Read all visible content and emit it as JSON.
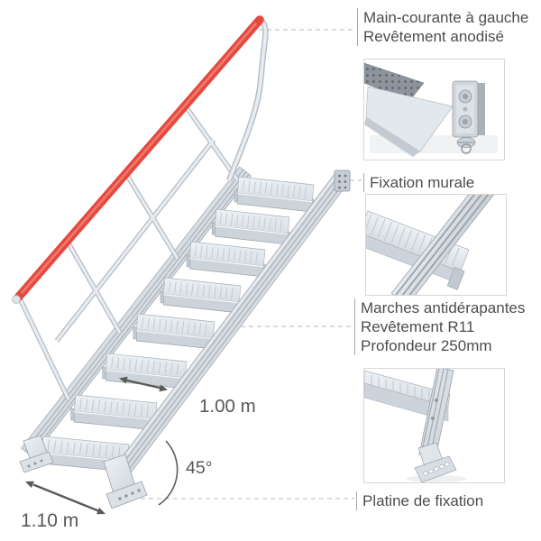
{
  "illustration": {
    "subject": "escalier-aluminium-main-courante",
    "handrail_color": "#e8493e",
    "metal_color": "#d9dee4",
    "text_color": "#4d4d4d",
    "leader_color": "#c6c6c6"
  },
  "dimensions": {
    "step_width": "1.00 m",
    "angle": "45°",
    "base_depth": "1.10 m"
  },
  "callouts": [
    {
      "id": "main-courante",
      "lines": [
        "Main-courante à gauche",
        "Revêtement anodisé"
      ]
    },
    {
      "id": "fixation-murale",
      "lines": [
        "Fixation murale"
      ]
    },
    {
      "id": "marches",
      "lines": [
        "Marches antidérapantes",
        "Revêtement R11",
        "Profondeur 250mm"
      ]
    },
    {
      "id": "platine",
      "lines": [
        "Platine de fixation"
      ]
    }
  ],
  "thumbnails": [
    {
      "name": "wall-bracket-detail-photo"
    },
    {
      "name": "anti-slip-step-detail"
    },
    {
      "name": "base-plate-detail"
    }
  ]
}
